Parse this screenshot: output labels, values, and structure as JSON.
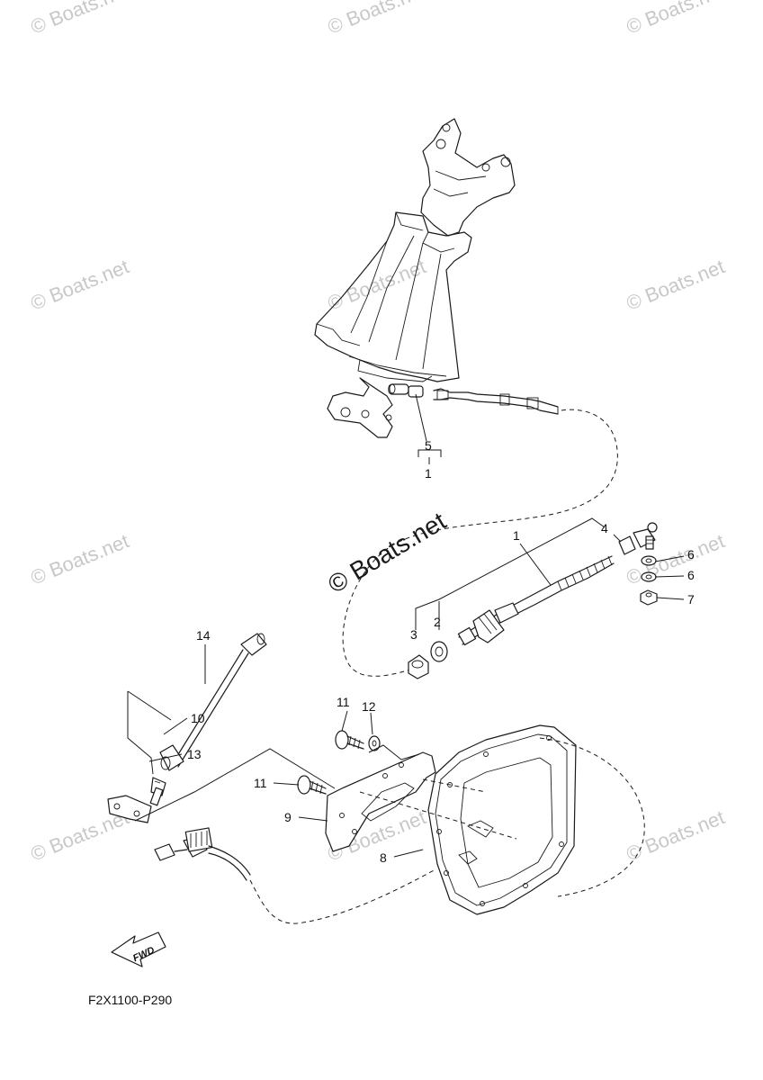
{
  "watermark": "© Boats.net",
  "watermark_center": "© Boats.net",
  "diagram_code": "F2X1100-P290",
  "fwd_label": "FWD",
  "callouts": [
    "1",
    "1",
    "2",
    "3",
    "4",
    "5",
    "6",
    "6",
    "7",
    "8",
    "9",
    "10",
    "11",
    "11",
    "12",
    "13",
    "14"
  ]
}
